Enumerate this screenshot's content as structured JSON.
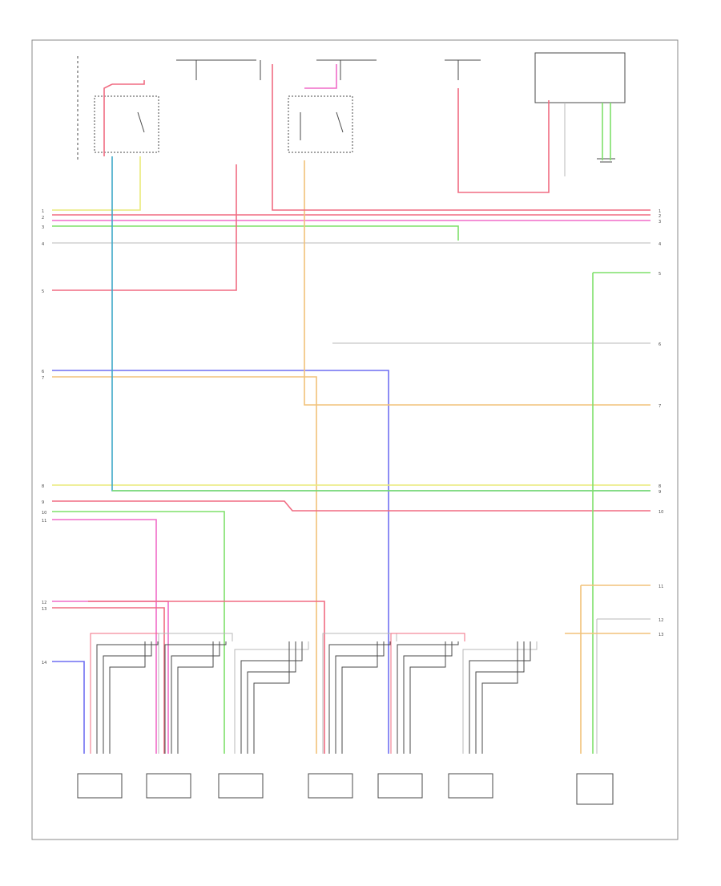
{
  "colors": {
    "red": "#f06c82",
    "pink": "#f06cc8",
    "green": "#7fe06a",
    "yellow": "#eaea7a",
    "orange": "#f2c27a",
    "blue": "#6f6ff2",
    "teal": "#3fa8c8",
    "gray": "#b8b8b8",
    "dark": "#4a4a4a",
    "frame": "#8a8a8a"
  },
  "diagram": {
    "footer_code": "",
    "left_pins": [
      "1",
      "2",
      "3",
      "4",
      "5",
      "6",
      "7",
      "8",
      "9",
      "10",
      "11",
      "12",
      "13",
      "14"
    ],
    "right_pins": [
      "1",
      "2",
      "3",
      "4",
      "5",
      "6",
      "7",
      "8",
      "9",
      "10",
      "11",
      "12",
      "13"
    ],
    "components": [
      {
        "id": "coil-1",
        "lines": [
          "",
          "",
          ""
        ]
      },
      {
        "id": "coil-2",
        "lines": [
          "",
          "",
          ""
        ]
      },
      {
        "id": "coil-3",
        "lines": [
          "",
          "",
          ""
        ]
      },
      {
        "id": "coil-4",
        "lines": [
          "",
          "",
          ""
        ]
      },
      {
        "id": "coil-5",
        "lines": [
          "",
          "",
          ""
        ]
      },
      {
        "id": "coil-6",
        "lines": [
          "",
          "",
          ""
        ]
      },
      {
        "id": "sensor",
        "lines": [
          "",
          "",
          "",
          "",
          ""
        ]
      }
    ]
  }
}
